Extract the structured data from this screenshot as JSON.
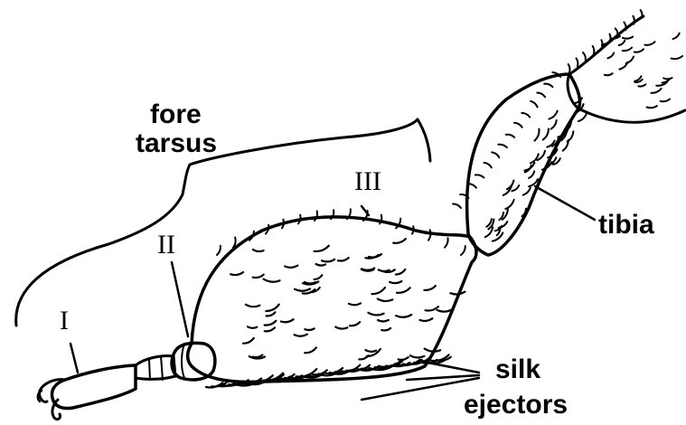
{
  "labels": {
    "fore": "fore",
    "tarsus": "tarsus",
    "segment_1": "I",
    "segment_2": "II",
    "segment_3": "III",
    "tibia": "tibia",
    "silk": "silk",
    "ejectors": "ejectors"
  },
  "colors": {
    "ink": "#000000",
    "background": "#ffffff"
  }
}
